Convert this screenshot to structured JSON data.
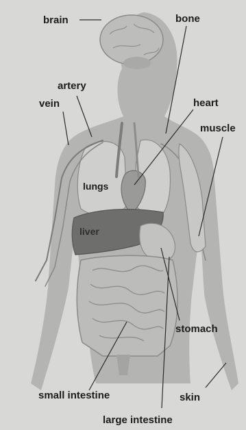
{
  "labels": {
    "brain": "brain",
    "bone": "bone",
    "artery": "artery",
    "vein": "vein",
    "heart": "heart",
    "muscle": "muscle",
    "lungs": "lungs",
    "liver": "liver",
    "stomach": "stomach",
    "small_intestine": "small intestine",
    "skin": "skin",
    "large_intestine": "large intestine"
  },
  "colors": {
    "background": "#d8d8d6",
    "body_silhouette": "#b4b4b2",
    "organ_light": "#cfcfcd",
    "organ_dark": "#6e6e6c",
    "leader_line": "#2a2a2a",
    "text": "#1c1c1c"
  }
}
